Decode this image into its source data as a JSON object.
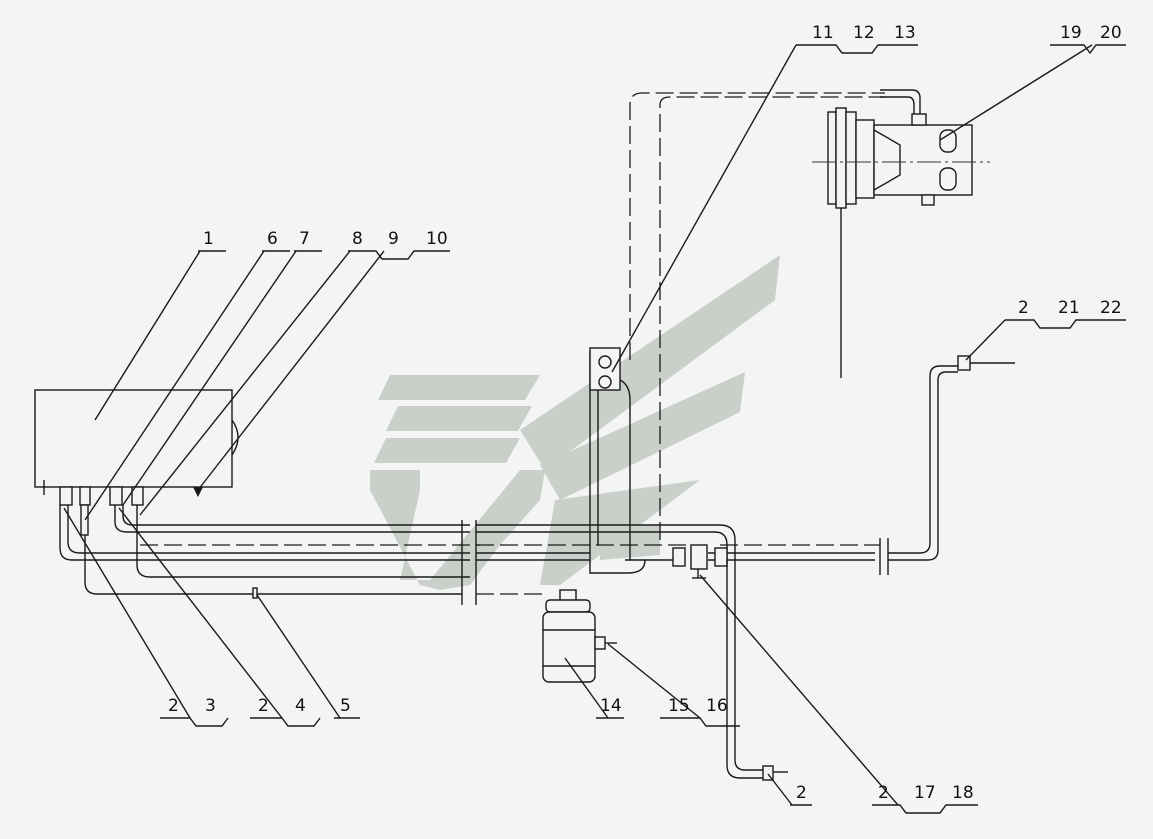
{
  "callouts": {
    "c1": "1",
    "c6": "6",
    "c7": "7",
    "c8": "8",
    "c9": "9",
    "c10": "10",
    "c11": "11",
    "c12": "12",
    "c13": "13",
    "c19": "19",
    "c20": "20",
    "c2a": "2",
    "c21": "21",
    "c22": "22",
    "c2b": "2",
    "c3": "3",
    "c2c": "2",
    "c4": "4",
    "c5": "5",
    "c14": "14",
    "c15": "15",
    "c16": "16",
    "c2d": "2",
    "c2e": "2",
    "c17": "17",
    "c18": "18"
  }
}
